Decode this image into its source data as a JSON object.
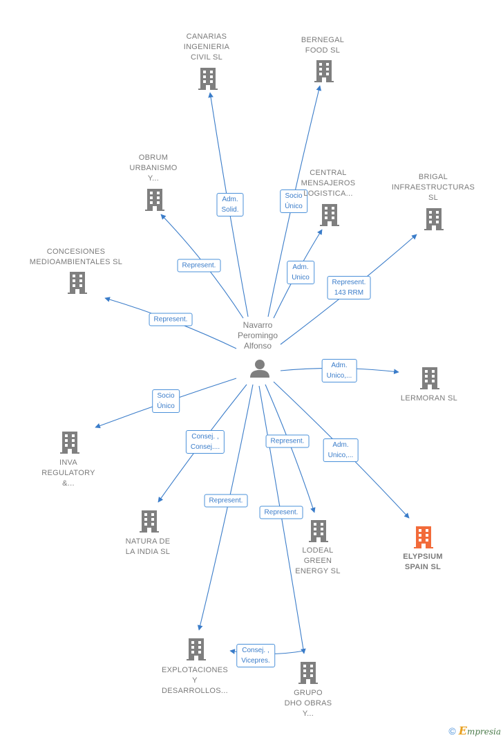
{
  "person": {
    "name": "Navarro\nPeromingo\nAlfonso"
  },
  "companies": [
    {
      "id": "canarias",
      "label": "CANARIAS\nINGENIERIA\nCIVIL  SL",
      "highlight": false
    },
    {
      "id": "bernegal",
      "label": "BERNEGAL\nFOOD  SL",
      "highlight": false
    },
    {
      "id": "obrum",
      "label": "OBRUM\nURBANISMO\nY...",
      "highlight": false
    },
    {
      "id": "central",
      "label": "CENTRAL\nMENSAJEROS\nLOGISTICA...",
      "highlight": false
    },
    {
      "id": "brigal",
      "label": "BRIGAL\nINFRAESTRUCTURAS\nSL",
      "highlight": false
    },
    {
      "id": "concesiones",
      "label": "CONCESIONES\nMEDIOAMBIENTALES SL",
      "highlight": false
    },
    {
      "id": "lermoran",
      "label": "LERMORAN  SL",
      "highlight": false
    },
    {
      "id": "inva",
      "label": "INVA\nREGULATORY\n&...",
      "highlight": false
    },
    {
      "id": "natura",
      "label": "NATURA DE\nLA INDIA SL",
      "highlight": false
    },
    {
      "id": "lodeal",
      "label": "LODEAL\nGREEN\nENERGY  SL",
      "highlight": false
    },
    {
      "id": "elypsium",
      "label": "ELYPSIUM\nSPAIN  SL",
      "highlight": true
    },
    {
      "id": "explotaciones",
      "label": "EXPLOTACIONES\nY\nDESARROLLOS...",
      "highlight": false
    },
    {
      "id": "grupo",
      "label": "GRUPO\nDHO OBRAS\nY...",
      "highlight": false
    }
  ],
  "relations": [
    {
      "to": "canarias",
      "label": "Adm.\nSolid."
    },
    {
      "to": "bernegal",
      "label": "Socio\nÚnico"
    },
    {
      "to": "obrum",
      "label": "Represent."
    },
    {
      "to": "central",
      "label": "Adm.\nUnico"
    },
    {
      "to": "brigal",
      "label": "Represent.\n143 RRM"
    },
    {
      "to": "concesiones",
      "label": "Represent."
    },
    {
      "to": "lermoran",
      "label": "Adm.\nUnico,..."
    },
    {
      "to": "inva",
      "label": "Socio\nÚnico"
    },
    {
      "to": "natura",
      "label": "Consej. ,\nConsej...."
    },
    {
      "to": "lodeal",
      "label": "Represent."
    },
    {
      "to": "elypsium",
      "label": "Adm.\nUnico,..."
    },
    {
      "to": "explotaciones",
      "label": "Represent."
    },
    {
      "to": "grupo",
      "label": "Represent."
    },
    {
      "from": "grupo",
      "to": "explotaciones",
      "label": "Consej. ,\nVicepres."
    }
  ],
  "colors": {
    "edge": "#3a7cc9",
    "building": "#7f7f7f",
    "highlight": "#f26b3a",
    "person": "#7f7f7f"
  },
  "footer": {
    "copyright": "©",
    "brand_initial": "E",
    "brand_rest": "mpresia"
  }
}
